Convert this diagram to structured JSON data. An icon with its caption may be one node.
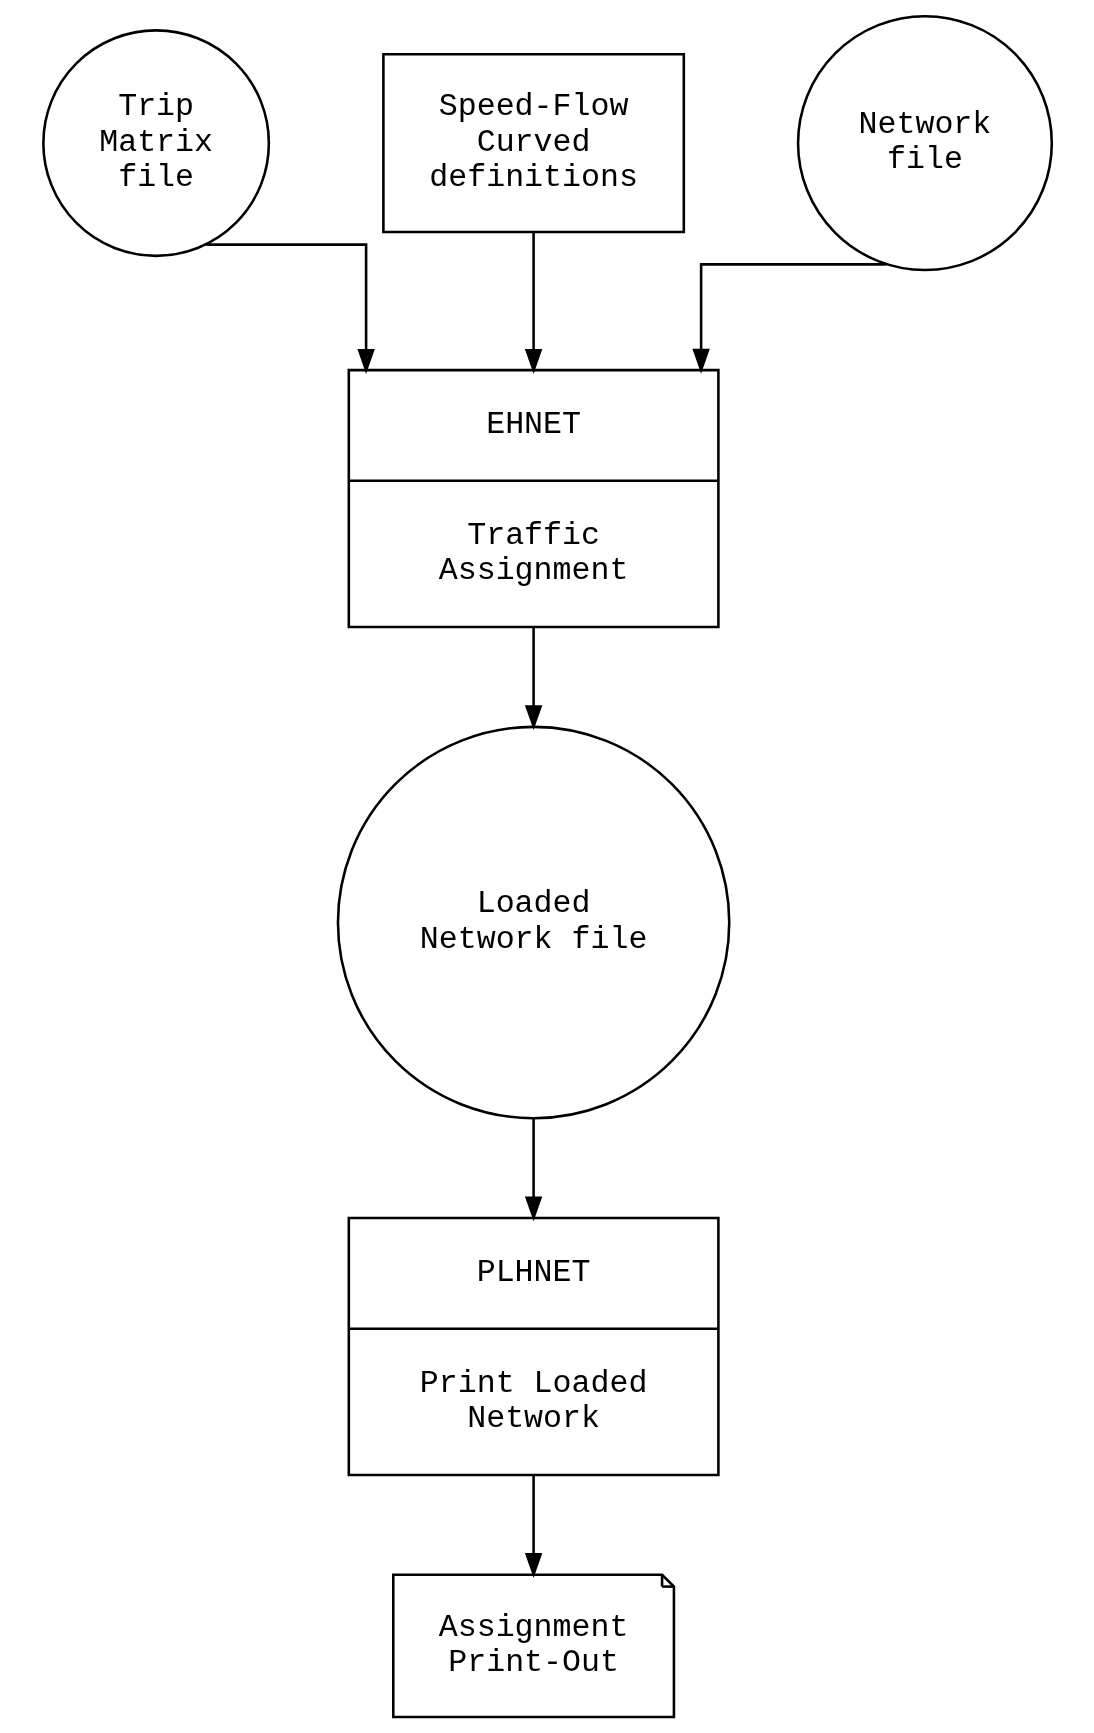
{
  "diagram": {
    "nodes": [
      {
        "text": [
          "Trip Matrix file"
        ]
      },
      {
        "text": [
          "Speed-Flow Curved definitions"
        ]
      },
      {
        "text": [
          "Network file"
        ]
      },
      {
        "text": [
          "EHNET",
          "Traffic Assignment"
        ]
      },
      {
        "text": [
          "Loaded Network file"
        ]
      },
      {
        "text": [
          "PLHNET",
          "Print Loaded Network"
        ]
      },
      {
        "text": [
          "Assignment Print-Out"
        ]
      }
    ],
    "edges": [
      {
        "from": 0,
        "to": 3,
        "arrow": "to"
      },
      {
        "from": 1,
        "to": 3,
        "arrow": "to"
      },
      {
        "from": 2,
        "to": 3,
        "arrow": "to"
      },
      {
        "from": 3,
        "to": 4,
        "arrow": "to"
      },
      {
        "from": 4,
        "to": 5,
        "arrow": "to"
      },
      {
        "from": 5,
        "to": 6,
        "arrow": "to"
      }
    ]
  }
}
